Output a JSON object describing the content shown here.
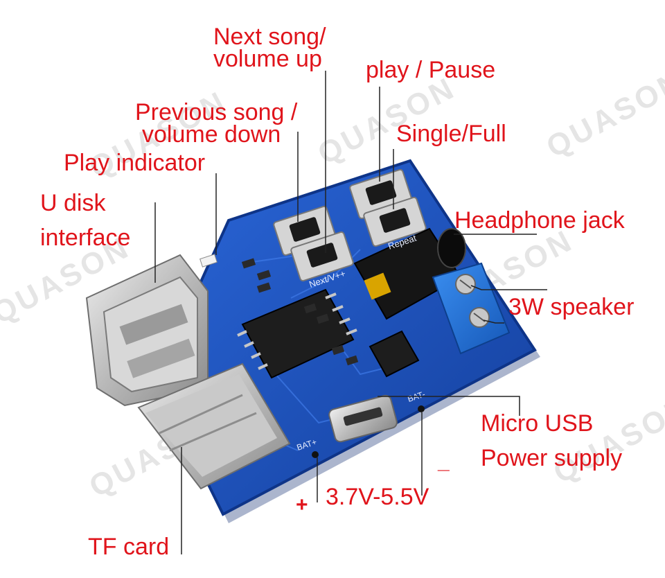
{
  "watermark": "QUASON",
  "labels": {
    "next_song": [
      "Next song/",
      "volume up"
    ],
    "play_pause": "play / Pause",
    "previous_song": [
      "Previous song /",
      "volume down"
    ],
    "single_full": "Single/Full",
    "play_indicator": "Play indicator",
    "u_disk": [
      "U disk",
      "interface"
    ],
    "headphone_jack": "Headphone jack",
    "speaker": "3W speaker",
    "micro_usb": [
      "Micro USB",
      "Power supply"
    ],
    "voltage": "3.7V-5.5V",
    "plus": "+",
    "minus": "_",
    "tf_card": "TF card"
  },
  "board_silkscreen": {
    "next_vol": "Next/V++",
    "repeat": "Repeat",
    "bat_plus": "BAT+",
    "bat_minus": "BAT-"
  },
  "colors": {
    "label": "#e0141b",
    "pcb": "#1f55c4",
    "terminal": "#1f6fd6"
  }
}
